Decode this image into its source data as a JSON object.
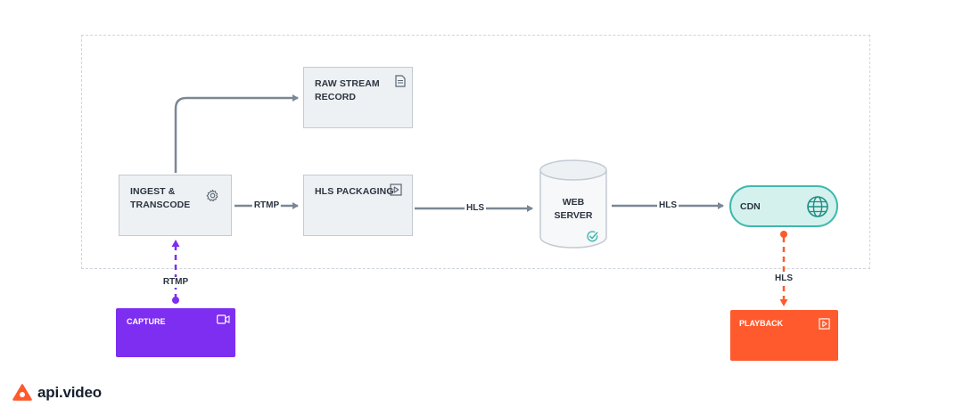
{
  "nodes": {
    "raw_stream": {
      "label": "RAW STREAM\nRECORD",
      "icon": "document-icon"
    },
    "ingest": {
      "label": "INGEST &\nTRANSCODE",
      "icon": "gear-icon"
    },
    "hls_packaging": {
      "label": "HLS PACKAGING",
      "icon": "play-icon"
    },
    "web_server": {
      "label": "WEB\nSERVER",
      "icon": "check-circle-icon"
    },
    "cdn": {
      "label": "CDN",
      "icon": "globe-icon"
    },
    "capture": {
      "label": "CAPTURE",
      "icon": "video-camera-icon"
    },
    "playback": {
      "label": "PLAYBACK",
      "icon": "play-icon"
    }
  },
  "edges": {
    "ingest_to_hls": "RTMP",
    "hls_to_web": "HLS",
    "web_to_cdn": "HLS",
    "capture_to_ingest": "RTMP",
    "cdn_to_playback": "HLS"
  },
  "brand": {
    "name": "api.video",
    "icon": "api-video-logo-icon"
  },
  "colors": {
    "arrow": "#7b8794",
    "capture": "#7d2ef0",
    "playback": "#ff5a2d",
    "cdn_fill": "#d4f1ee",
    "cdn_stroke": "#3fb8ac",
    "node_fill": "#eef1f4",
    "node_stroke": "#c3cad2"
  }
}
